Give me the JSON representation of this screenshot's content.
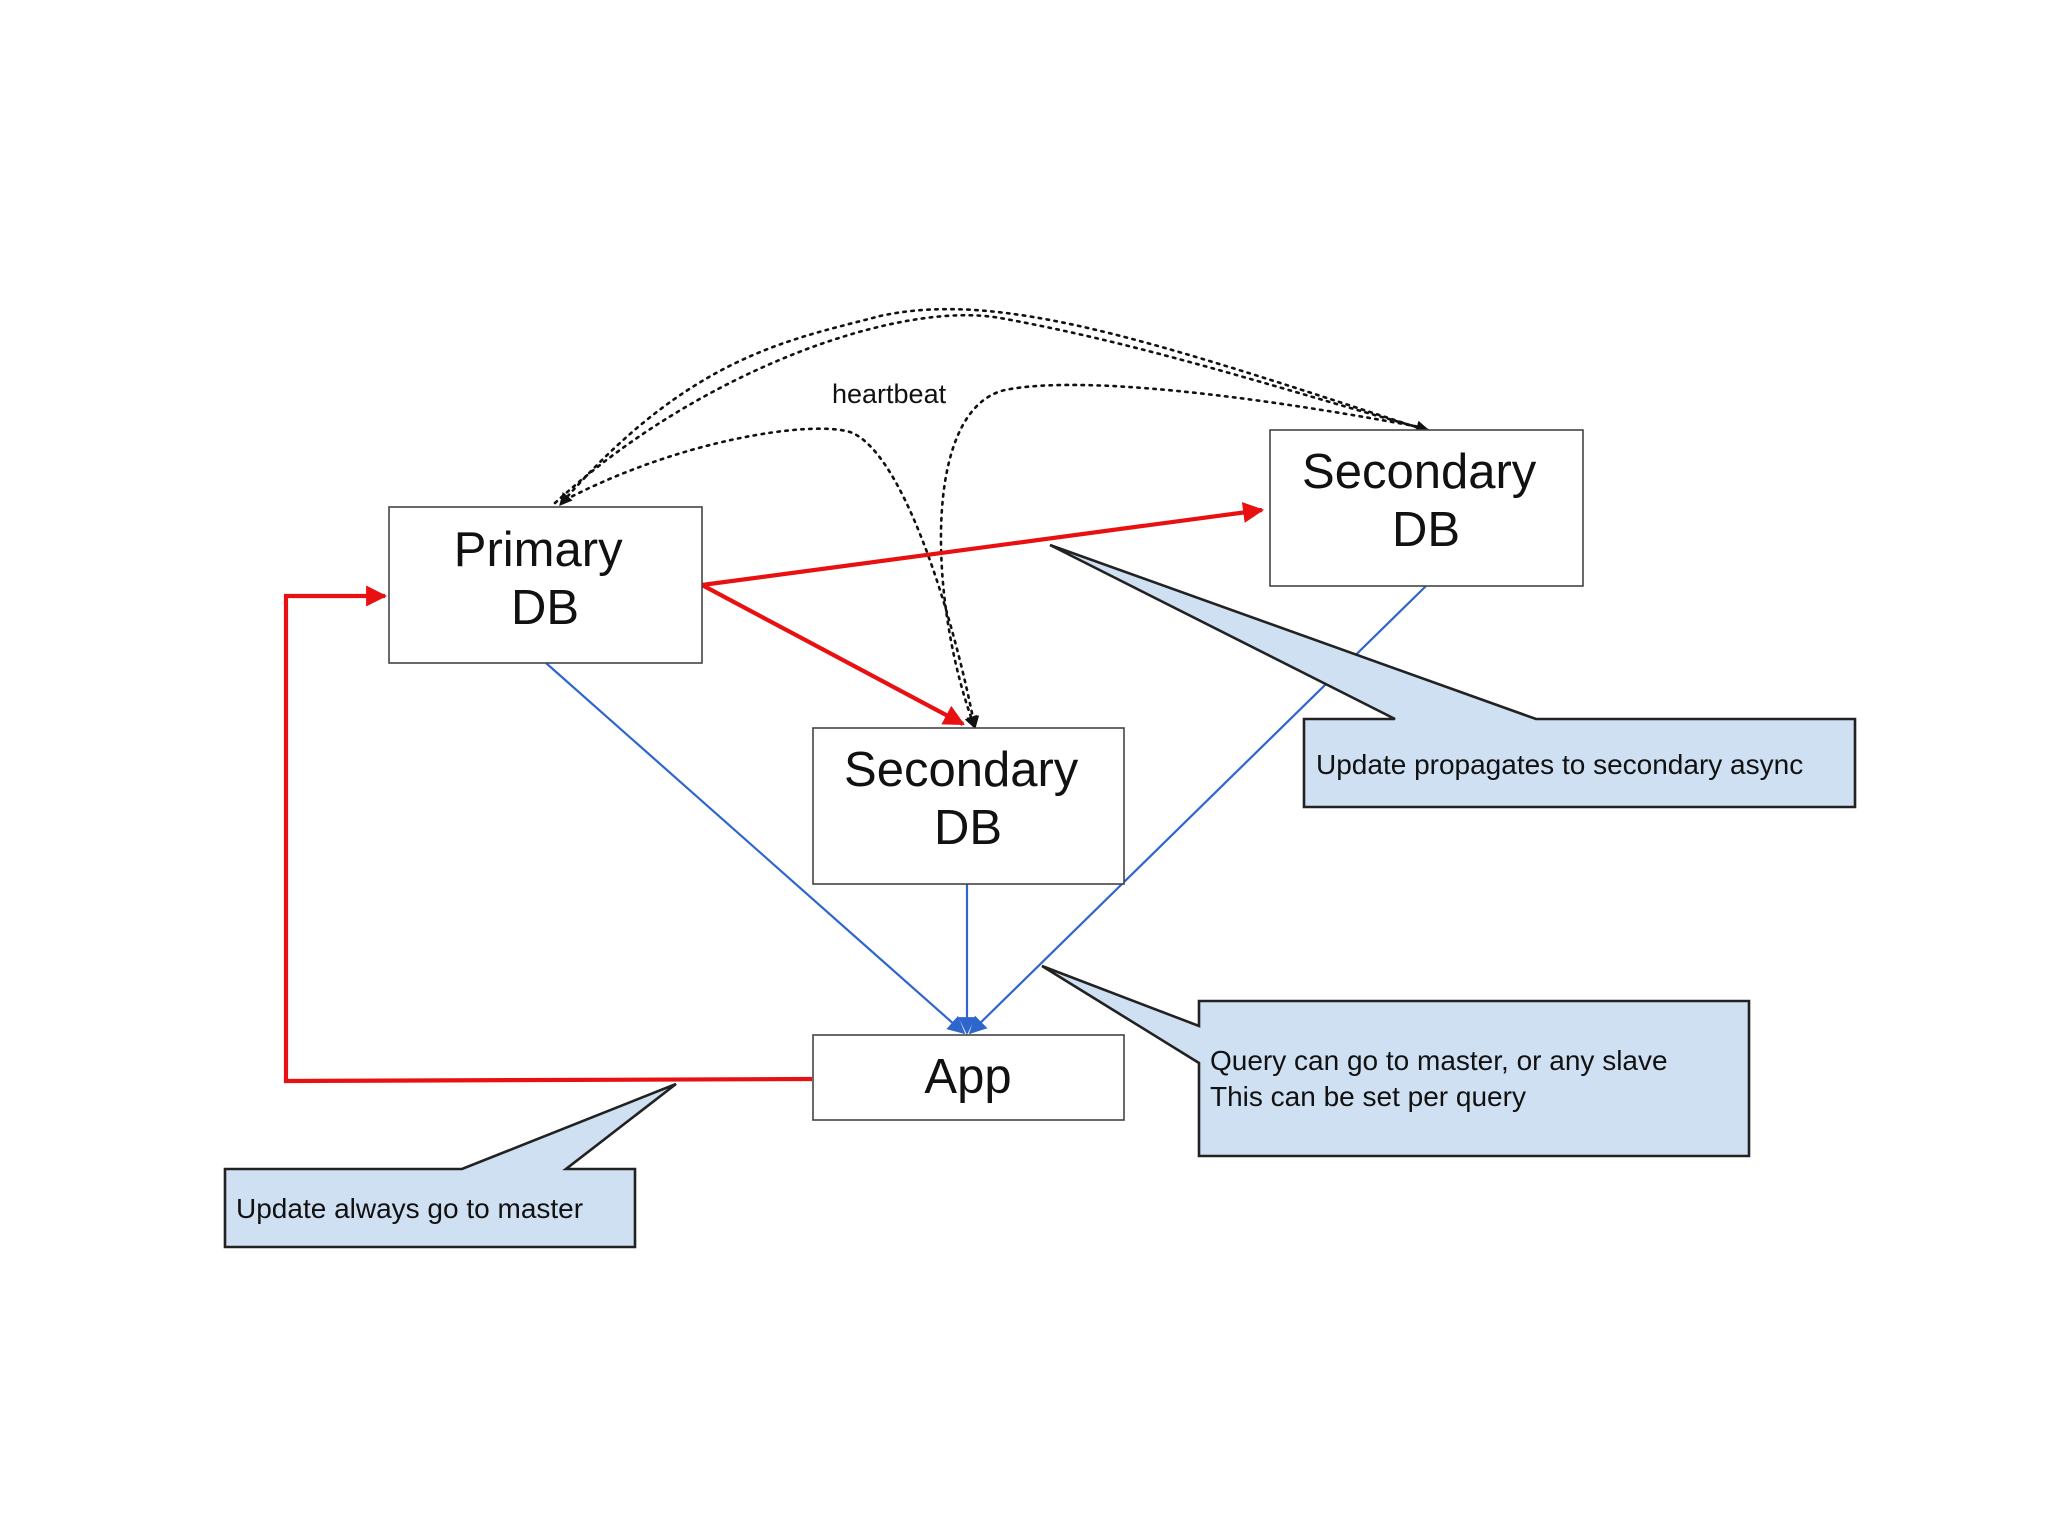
{
  "nodes": {
    "primary": {
      "lines": [
        "Primary",
        "DB"
      ]
    },
    "secondary_top": {
      "lines": [
        "Secondary",
        "DB"
      ]
    },
    "secondary_mid": {
      "lines": [
        "Secondary",
        "DB"
      ]
    },
    "app": {
      "lines": [
        "App"
      ]
    }
  },
  "edge_labels": {
    "heartbeat": "heartbeat"
  },
  "callouts": {
    "propagate": {
      "lines": [
        "Update propagates to secondary async"
      ]
    },
    "query": {
      "lines": [
        "Query can go to master, or any slave",
        "This can be set per query"
      ]
    },
    "update": {
      "lines": [
        "Update always go to master"
      ]
    }
  },
  "colors": {
    "update_arrow": "#e81010",
    "read_arrow": "#2f66cc",
    "heartbeat_arrow": "#111111",
    "callout_fill": "#cfe0f3",
    "node_border": "#444444"
  },
  "icons": {
    "arrowheads": "triangle-arrowhead"
  }
}
